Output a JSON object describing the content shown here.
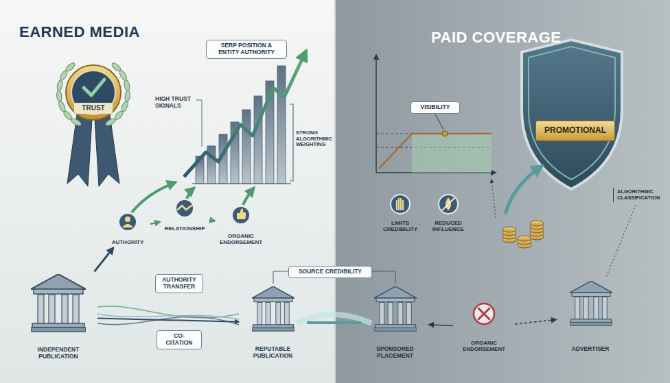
{
  "diagram": {
    "nodes": [
      {
        "text": [
          "TRUST"
        ]
      },
      {
        "text": [
          "SERP POSITION & ENTITY AUTHORITY"
        ]
      },
      {
        "text": [
          "VISIBILITY"
        ]
      },
      {
        "text": [
          "PROMOTIONAL"
        ]
      },
      {
        "text": [
          "ALGORITHMIC CLASSIFICATION"
        ]
      },
      {
        "text": [
          "LIMITS CREDIBILITY"
        ]
      },
      {
        "text": [
          "REDUCED INFLUENCE"
        ]
      },
      {
        "text": [
          "AUTHORITY"
        ]
      },
      {
        "text": [
          "RELATIONSHIP"
        ]
      },
      {
        "text": [
          "ORGANIC ENDORSEMENT"
        ]
      },
      {
        "text": [
          "SOURCE CREDIBILITY"
        ]
      },
      {
        "text": [
          "AUTHORITY TRANSFER"
        ]
      },
      {
        "text": [
          "INDEPENDENT PUBLICATION"
        ]
      },
      {
        "text": [
          "CO-CITATION"
        ]
      },
      {
        "text": [
          "REPUTABLE PUBLICATION"
        ]
      },
      {
        "text": [
          "SPONSORED PLACEMENT"
        ]
      },
      {
        "text": [
          "ORGANIC ENDORSEMENT"
        ]
      },
      {
        "text": [
          "ADVERTISER"
        ]
      }
    ],
    "edges": [
      {
        "from": 12,
        "to": 7,
        "arrow": "to"
      },
      {
        "from": 7,
        "to": 8,
        "arrow": "to"
      },
      {
        "from": 8,
        "to": 9,
        "arrow": "to"
      },
      {
        "from": 12,
        "to": 14,
        "arrow": "to"
      },
      {
        "from": 14,
        "to": 15,
        "arrow": "none"
      },
      {
        "from": 16,
        "to": 15,
        "arrow": "to"
      },
      {
        "from": 16,
        "to": 17,
        "arrow": "to"
      },
      {
        "from": 17,
        "to": 4,
        "arrow": "none"
      }
    ],
    "labels": [
      "EARNED MEDIA",
      "HIGH TRUST SIGNALS",
      "STRONG ALGORITHMIC WEIGHTING",
      "PAID COVERAGE"
    ]
  }
}
